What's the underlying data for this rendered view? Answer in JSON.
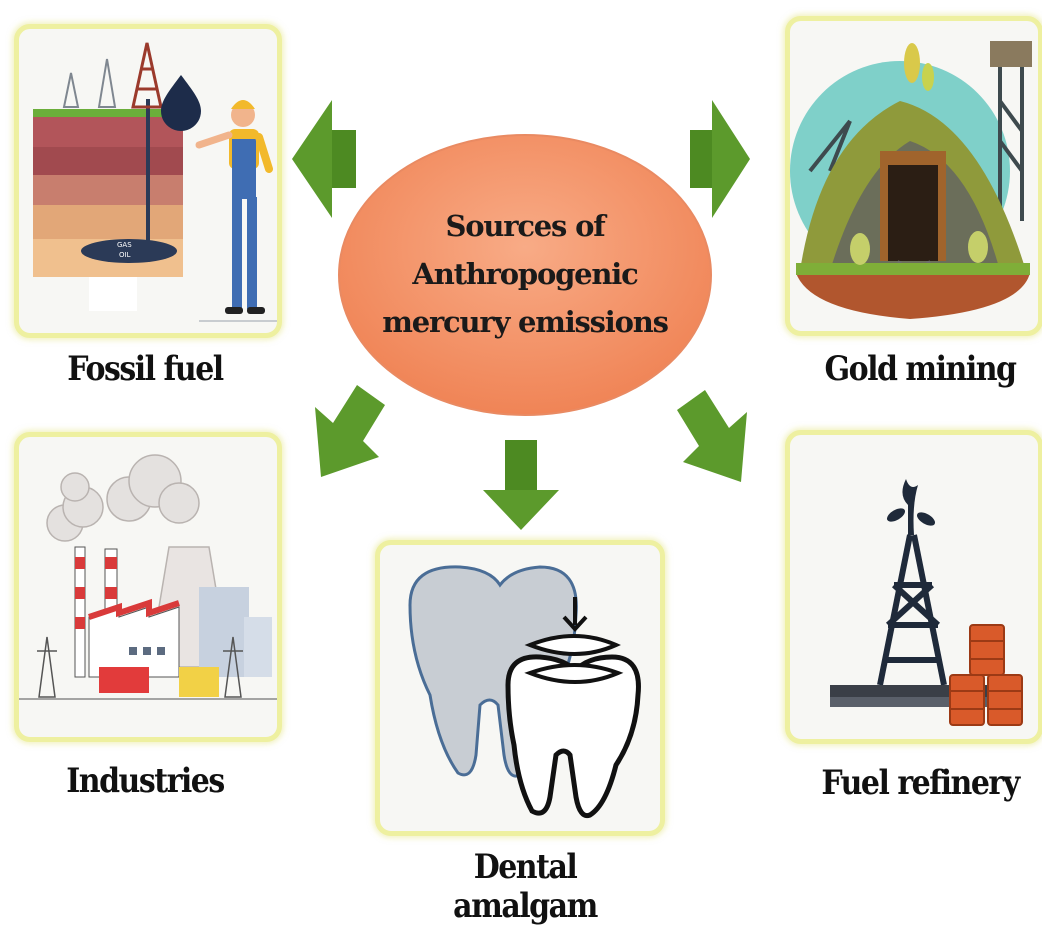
{
  "center": {
    "line1": "Sources of",
    "line2": "Anthropogenic",
    "line3": "mercury emissions"
  },
  "sources": {
    "fossil_fuel": "Fossil fuel",
    "gold_mining": "Gold mining",
    "industries": "Industries",
    "dental_amalgam": "Dental amalgam",
    "fuel_refinery": "Fuel refinery"
  },
  "illustration_text": {
    "gas": "GAS",
    "oil": "OIL"
  },
  "colors": {
    "center_fill": "#f5916a",
    "arrow_green": "#5c9a2c",
    "card_border": "#eef0a0"
  }
}
